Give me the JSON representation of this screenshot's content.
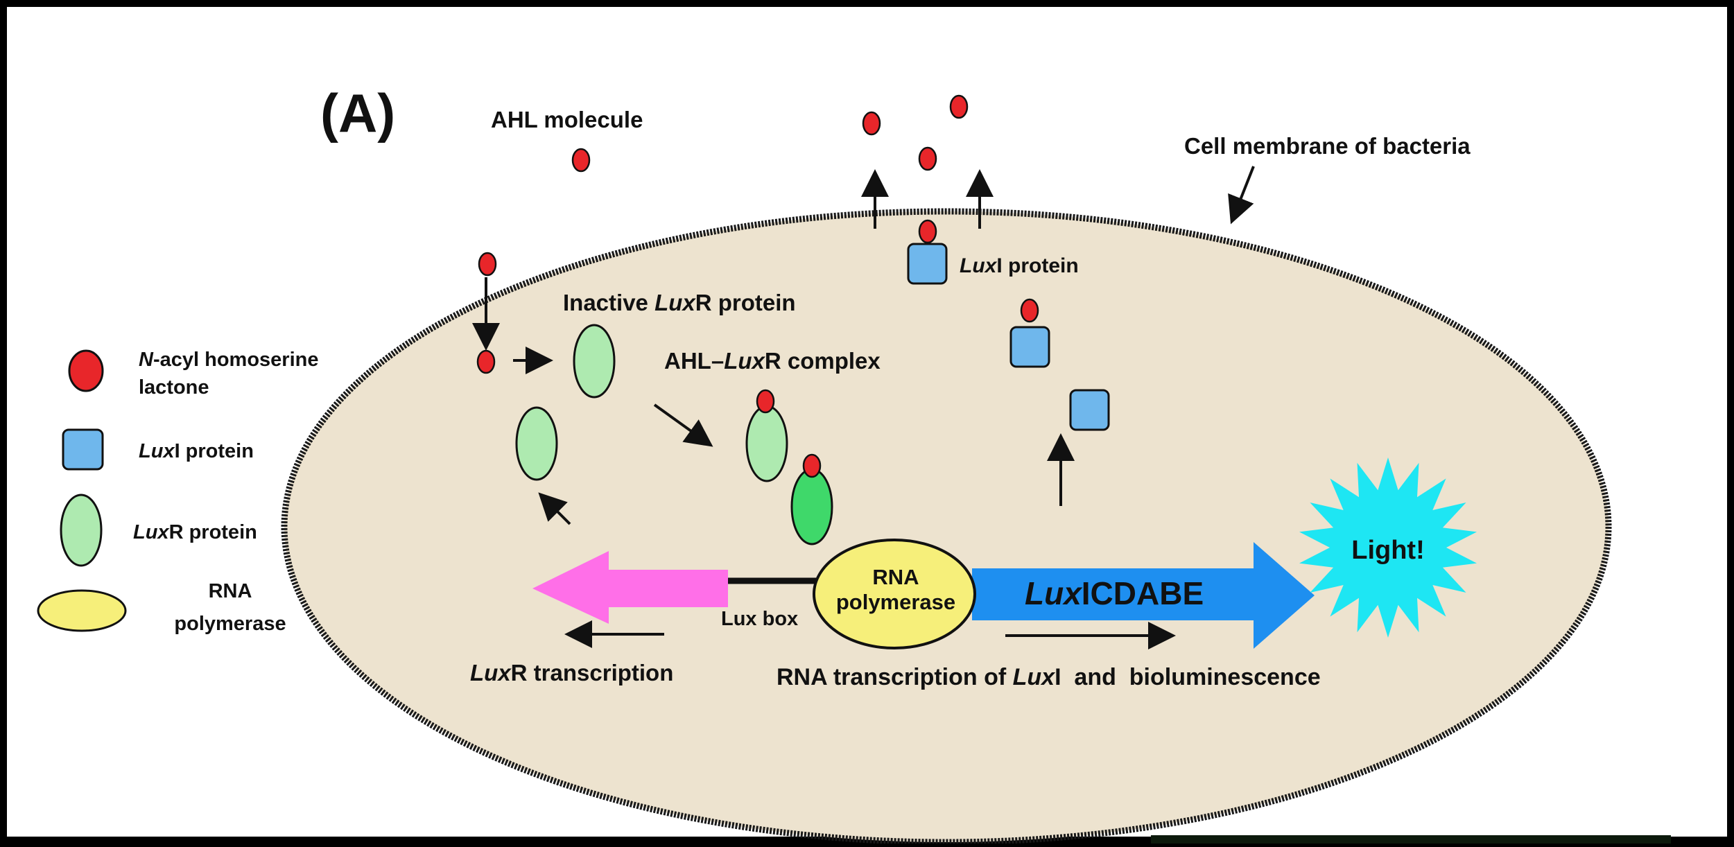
{
  "panel_label": "(A)",
  "labels": {
    "ahl_molecule": "AHL molecule",
    "cell_membrane": "Cell membrane of bacteria",
    "luxi_protein_top": {
      "italic": "Lux",
      "rest": "I protein"
    },
    "inactive_luxr": {
      "pre": "Inactive ",
      "italic": "Lux",
      "rest": "R protein"
    },
    "ahl_luxr_complex": {
      "pre": "AHL–",
      "italic": "Lux",
      "rest": "R complex"
    },
    "rna_polymerase_line1": "RNA",
    "rna_polymerase_line2": "polymerase",
    "lux_box": "Lux box",
    "luxicdabe": {
      "italic": "Lux",
      "rest": "ICDABE"
    },
    "light": "Light!",
    "luxr_transcription": {
      "italic": "Lux",
      "rest": "R transcription"
    },
    "rna_transcription": {
      "pre": "RNA transcription of ",
      "italic": "Lux",
      "rest": "I  and  bioluminescence"
    }
  },
  "legend": [
    {
      "icon": "red-circle-icon",
      "italic": "N",
      "rest": "-acyl homoserine",
      "line2": "lactone"
    },
    {
      "icon": "blue-square-icon",
      "italic": "Lux",
      "rest": "I protein"
    },
    {
      "icon": "green-oval-icon",
      "italic": "Lux",
      "rest": "R protein"
    },
    {
      "icon": "yellow-oval-icon",
      "line1": "RNA",
      "line2": "polymerase"
    }
  ],
  "colors": {
    "ahl_red": "#e8262a",
    "luxi_blue": "#6fb7ec",
    "luxr_green": "#aeeab0",
    "luxr_active_green": "#3fd86a",
    "polymerase_yellow": "#f6ef7a",
    "cell_fill": "#ede3cf",
    "pink_arrow": "#ff6fe8",
    "blue_arrow": "#1e8ff0",
    "light_cyan": "#1ee6f3"
  }
}
